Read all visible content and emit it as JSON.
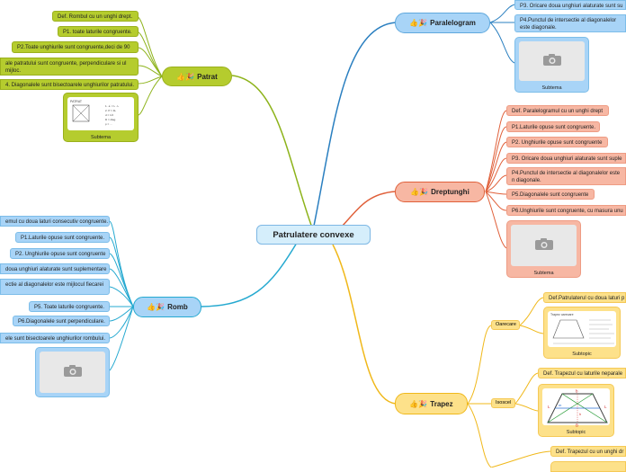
{
  "central": "Patrulatere convexe",
  "emoji": "👍🎉",
  "patrat": {
    "title": "Patrat",
    "items": [
      "Def. Rombul cu un unghi drept.",
      "P1. toate laturile congruente.",
      "P2.Toate unghiurile sunt congruente,deci de 90",
      "ale patratului sunt congruente, perpendiculare si ul mijloc.",
      "4. Diagonalele sunt bisectoarele unghiurilor patratului."
    ],
    "card": "Subtema",
    "thumb_lines": [
      "1. ∠ = L ∙ L",
      "2. P = 4L",
      "d = l√2",
      "D = diag",
      "p = ..."
    ]
  },
  "paralelogram": {
    "title": "Paralelogram",
    "items": [
      "P3. Oricare doua unghiuri alaturate sunt su",
      "P4.Punctul de intersectie al diagonalelor este diagonale."
    ],
    "card": "Subtema"
  },
  "dreptunghi": {
    "title": "Dreptunghi",
    "items": [
      "Def. Paralelogramul cu un unghi drept",
      "P1.Laturile opuse sunt congruente.",
      "P2. Unghiurile opuse sunt congruente",
      "P3. Oricare doua unghiuri alaturate sunt suple",
      "P4.Punctul de intersectie al diagonalelor este n diagonale.",
      "P5.Diagonalele sunt congruente",
      "P6.Unghiurile sunt congruente, cu masura unu"
    ],
    "card": "Subtema"
  },
  "romb": {
    "title": "Romb",
    "items": [
      "emul cu doua laturi consecutiv congruente.",
      "P1.Laturile opuse sunt congruente.",
      "P2. Unghiurile opuse sunt congruente",
      "doua unghiuri alaturate sunt suplementare",
      "ectie al diagonalelor este mijlocul fiecarei",
      "P5. Toate laturile congruente.",
      "P6.Diagonalele sunt perpendiculare.",
      "ele sunt bisectoarele unghiurilor rombului."
    ]
  },
  "trapez": {
    "title": "Trapez",
    "oarecare": "Oarecare",
    "oarecare_def": "Def.Patrulaterul cu doua laturi p",
    "isoscel": "Isoscel",
    "isoscel_def": "Def. Trapezul cu laturile neparale",
    "drept_def": "Def. Trapezul cu un unghi dr",
    "card": "Subtopic",
    "trap_labels": [
      "b",
      "L",
      "L",
      "B",
      "h",
      "m"
    ],
    "thumb_title": "Trapez oarecare"
  },
  "colors": {
    "green": "#8db31a",
    "blue": "#2a7fc0",
    "red": "#e0603a",
    "yellow": "#f0b81a",
    "teal": "#25a9d0"
  }
}
